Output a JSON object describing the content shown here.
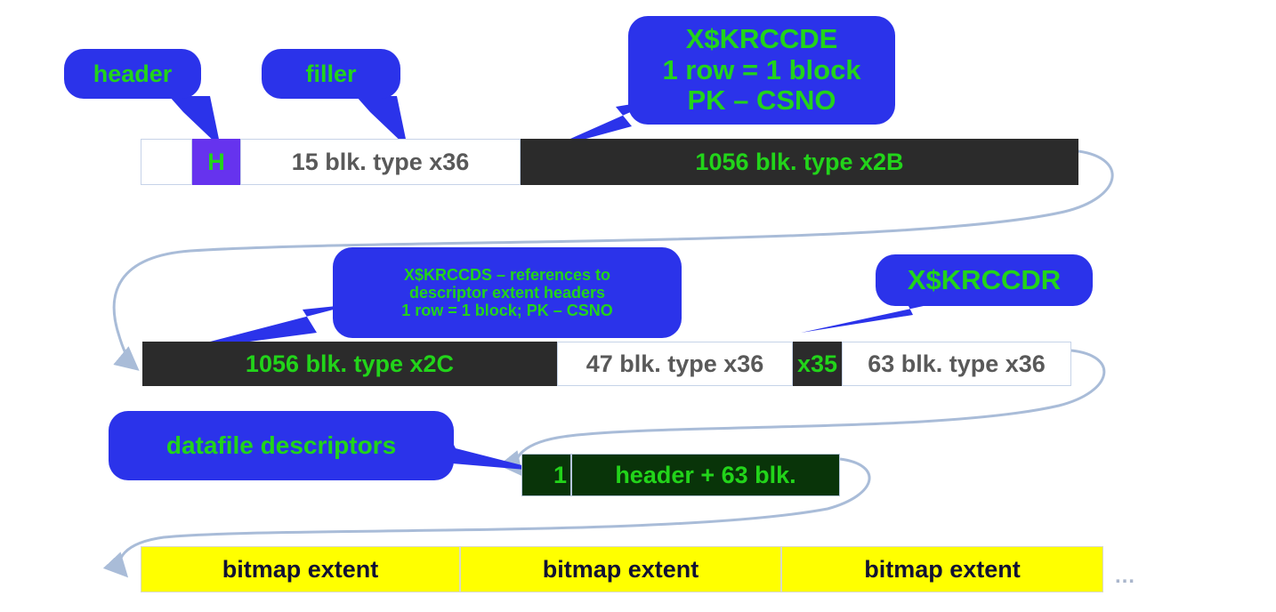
{
  "palette": {
    "bubble_fill": "#2b33ea",
    "bubble_text": "#22d41a",
    "dark_block": "#2b2b2b",
    "dark_block_text": "#22d41a",
    "purple_block": "#6633ee",
    "dark_green_block": "#093409",
    "yellow_block": "#ffff00",
    "yellow_block_text": "#111133",
    "white_block": "#ffffff",
    "white_block_text": "#595959",
    "connector_line": "#a9bcd8",
    "block_border": "#c6d3e8"
  },
  "callouts": {
    "header": {
      "label": "header"
    },
    "filler": {
      "label": "filler"
    },
    "krccde": {
      "line1": "X$KRCCDE",
      "line2": "1 row = 1 block",
      "line3": "PK – CSNO"
    },
    "krccds": {
      "line1": "X$KRCCDS – references to",
      "line2": "descriptor extent headers",
      "line3": "1 row = 1 block; PK – CSNO"
    },
    "krccdr": {
      "label": "X$KRCCDR"
    },
    "datafile_descriptors": {
      "label": "datafile descriptors"
    }
  },
  "bars": {
    "bar1": {
      "name": "controlfile-row-1",
      "segments": [
        {
          "label": "",
          "style": "white",
          "name": "empty-leading-block"
        },
        {
          "label": "H",
          "style": "purple",
          "name": "header-block"
        },
        {
          "label": "15 blk. type x36",
          "style": "white",
          "name": "filler-blocks"
        },
        {
          "label": "1056 blk. type x2B",
          "style": "dark",
          "name": "krccde-blocks"
        }
      ]
    },
    "bar2": {
      "name": "controlfile-row-2",
      "segments": [
        {
          "label": "1056 blk. type x2C",
          "style": "dark",
          "name": "krccds-blocks"
        },
        {
          "label": "47 blk. type x36",
          "style": "white",
          "name": "filler-blocks-47"
        },
        {
          "label": "x35",
          "style": "dark",
          "name": "x35-block"
        },
        {
          "label": "63 blk. type x36",
          "style": "white",
          "name": "filler-blocks-63"
        }
      ]
    },
    "bar3": {
      "name": "descriptor-extent-row",
      "segments": [
        {
          "label": "1",
          "style": "dgreen",
          "name": "extent-lead-cell"
        },
        {
          "label": "header + 63 blk.",
          "style": "dgreen",
          "name": "extent-header-cell"
        }
      ]
    },
    "bar4": {
      "name": "bitmap-extent-row",
      "segments": [
        {
          "label": "bitmap extent",
          "style": "yellow",
          "name": "bitmap-extent-1"
        },
        {
          "label": "bitmap extent",
          "style": "yellow",
          "name": "bitmap-extent-2"
        },
        {
          "label": "bitmap extent",
          "style": "yellow",
          "name": "bitmap-extent-3"
        }
      ],
      "trailing_ellipsis": "…"
    }
  }
}
